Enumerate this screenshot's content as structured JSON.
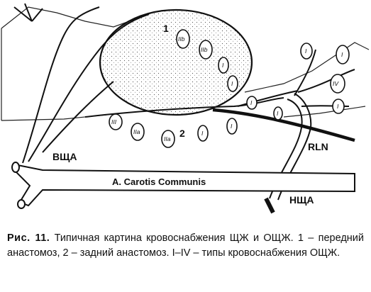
{
  "figure": {
    "labels": {
      "anastomosis_1": "1",
      "anastomosis_2": "2",
      "vshcha": "ВЩА",
      "carotis": "A. Carotis Communis",
      "rln": "RLN",
      "nshcha": "НЩА"
    },
    "gland_types": [
      {
        "id": "t1",
        "text": "IIb"
      },
      {
        "id": "t2",
        "text": "IIb"
      },
      {
        "id": "t3",
        "text": "I"
      },
      {
        "id": "t4",
        "text": "I"
      },
      {
        "id": "t5",
        "text": "I"
      },
      {
        "id": "t6",
        "text": "I"
      },
      {
        "id": "t7",
        "text": "I"
      },
      {
        "id": "t8",
        "text": "IV"
      },
      {
        "id": "t9",
        "text": "I"
      },
      {
        "id": "t10",
        "text": "III"
      },
      {
        "id": "t11",
        "text": "IIa"
      },
      {
        "id": "t12",
        "text": "IIa"
      },
      {
        "id": "t13",
        "text": "I"
      },
      {
        "id": "t14",
        "text": "I"
      },
      {
        "id": "t15",
        "text": "I"
      }
    ]
  },
  "caption": {
    "figure_number": "Рис. 11.",
    "text": "Типичная картина кровоснабжения ЩЖ и ОЩЖ. 1 – передний анастомоз, 2 – задний анастомоз. I–IV – типы кровоснабжения ОЩЖ."
  }
}
